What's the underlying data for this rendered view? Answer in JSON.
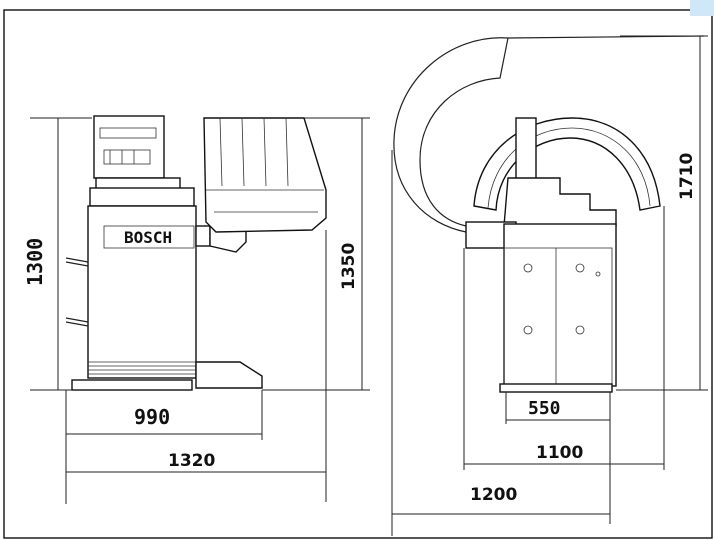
{
  "dimensions": {
    "front_height": "1300",
    "front_depth_base": "990",
    "front_total_width": "1320",
    "front_total_height": "1350",
    "side_height": "1710",
    "side_base": "550",
    "side_width": "1100",
    "side_total_width": "1200"
  },
  "machine": {
    "brand_text": "BOSCH"
  },
  "colors": {
    "line": "#222222",
    "background": "#ffffff",
    "corner_accent": "#cfe8f7"
  }
}
